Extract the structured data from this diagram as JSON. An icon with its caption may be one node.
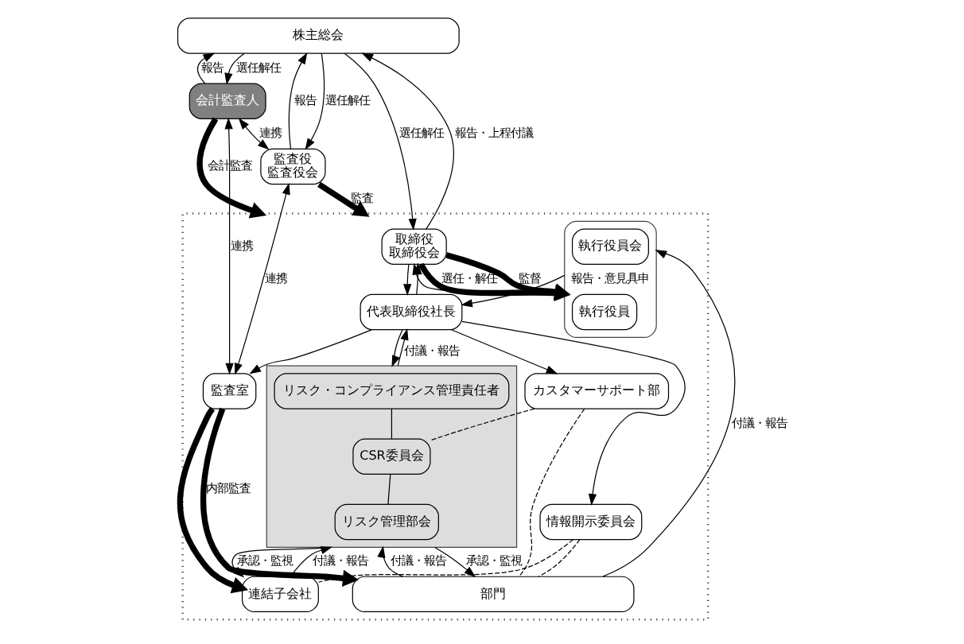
{
  "diagram": {
    "nodes": [
      {
        "text": [
          "株主総会"
        ]
      },
      {
        "text": [
          "会計監査人"
        ]
      },
      {
        "text": [
          "監査役",
          "監査役会"
        ]
      },
      {
        "text": [],
        "shape": "box"
      },
      {
        "text": [
          "取締役",
          "取締役会"
        ],
        "in": 3
      },
      {
        "text": [
          "代表取締役社長"
        ],
        "in": 3
      },
      {
        "text": [],
        "shape": "box",
        "in": 3
      },
      {
        "text": [
          "執行役員"
        ],
        "in": 6
      },
      {
        "text": [
          "執行役員会"
        ],
        "in": 6
      },
      {
        "text": [
          "監査室"
        ],
        "in": 3
      },
      {
        "text": [],
        "shape": "box",
        "in": 3
      },
      {
        "text": [
          "リスク・コンプライアンス管理責任者"
        ],
        "in": 10
      },
      {
        "text": [
          "CSR委員会"
        ],
        "in": 10
      },
      {
        "text": [
          "リスク管理部会"
        ],
        "in": 10
      },
      {
        "text": [
          "カスタマーサポート部"
        ],
        "in": 3
      },
      {
        "text": [
          "情報開示委員会"
        ],
        "in": 3
      },
      {
        "text": [
          "連結子会社"
        ],
        "in": 3
      },
      {
        "text": [
          "部門"
        ],
        "in": 3
      }
    ],
    "edges": [
      {
        "from": 0,
        "to": 1,
        "arrow": "to",
        "label": "選任解任"
      },
      {
        "from": 1,
        "to": 0,
        "arrow": "to",
        "label": "報告"
      },
      {
        "from": 0,
        "to": 2,
        "arrow": "to",
        "label": "選任解任"
      },
      {
        "from": 2,
        "to": 0,
        "arrow": "to",
        "label": "報告"
      },
      {
        "from": 0,
        "to": 4,
        "arrow": "to",
        "label": "選任解任"
      },
      {
        "from": 4,
        "to": 0,
        "arrow": "to",
        "label": "報告・上程付議"
      },
      {
        "from": 1,
        "to": 2,
        "arrow": "both",
        "label": "連携"
      },
      {
        "from": 2,
        "to": 3,
        "arrow": "to",
        "label": "監査",
        "style": "thick"
      },
      {
        "from": 2,
        "to": 9,
        "arrow": "both",
        "label": "連携"
      },
      {
        "from": 1,
        "to": 9,
        "arrow": "both",
        "label": "連携"
      },
      {
        "from": 1,
        "to": 3,
        "arrow": "to",
        "label": "会計監査",
        "style": "thick"
      },
      {
        "from": 4,
        "to": 5,
        "arrow": "to"
      },
      {
        "from": 5,
        "to": 4,
        "arrow": "to"
      },
      {
        "from": 4,
        "to": 6,
        "arrow": "to",
        "label": "選任・解任",
        "style": "thick"
      },
      {
        "from": 4,
        "to": 6,
        "arrow": "to",
        "label": "監督",
        "style": "thick"
      },
      {
        "from": 6,
        "to": 5,
        "arrow": "to",
        "label": "報告・意見具申"
      },
      {
        "from": 6,
        "to": 4,
        "arrow": "to"
      },
      {
        "from": 5,
        "to": 9,
        "arrow": "to"
      },
      {
        "from": 5,
        "to": 10,
        "arrow": "to"
      },
      {
        "from": 5,
        "to": 14,
        "arrow": "to"
      },
      {
        "from": 5,
        "to": 15,
        "arrow": "to"
      },
      {
        "from": 10,
        "to": 5,
        "arrow": "to",
        "label": "付議・報告"
      },
      {
        "from": 11,
        "to": 12,
        "arrow": "none"
      },
      {
        "from": 12,
        "to": 13,
        "arrow": "none"
      },
      {
        "from": 9,
        "to": 17,
        "arrow": "to",
        "label": "内部監査",
        "style": "thick"
      },
      {
        "from": 9,
        "to": 16,
        "arrow": "to",
        "style": "thick"
      },
      {
        "from": 16,
        "to": 10,
        "arrow": "to",
        "label": "付議・報告"
      },
      {
        "from": 10,
        "to": 16,
        "arrow": "to",
        "label": "承認・監視"
      },
      {
        "from": 17,
        "to": 10,
        "arrow": "to",
        "label": "付議・報告"
      },
      {
        "from": 10,
        "to": 17,
        "arrow": "to",
        "label": "承認・監視"
      },
      {
        "from": 17,
        "to": 6,
        "arrow": "to",
        "label": "付議・報告"
      },
      {
        "from": 12,
        "to": 14,
        "arrow": "none",
        "style": "dashed"
      },
      {
        "from": 16,
        "to": 15,
        "arrow": "none",
        "style": "dashed"
      },
      {
        "from": 14,
        "to": 17,
        "arrow": "none",
        "style": "dashed"
      },
      {
        "from": 15,
        "to": 17,
        "arrow": "none",
        "style": "dashed"
      }
    ]
  }
}
